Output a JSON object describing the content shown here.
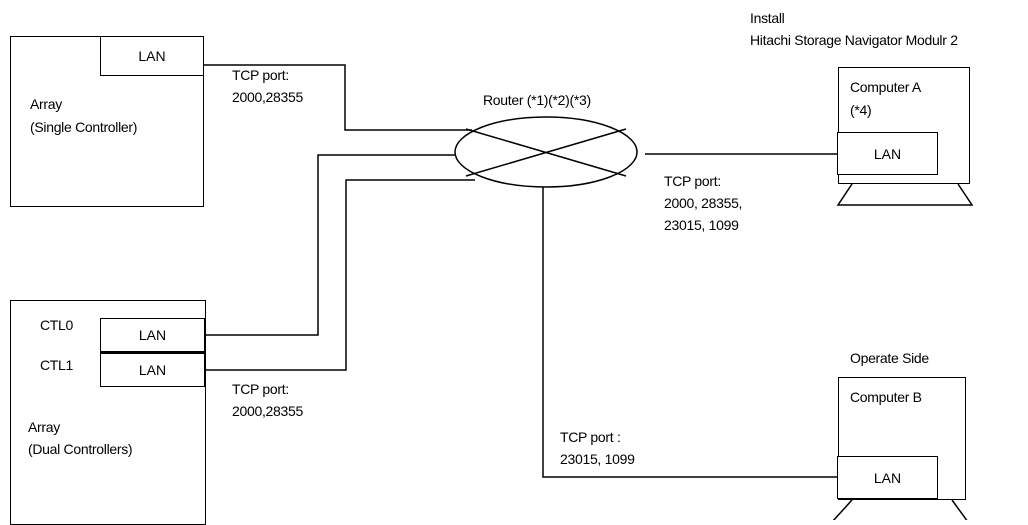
{
  "array_single": {
    "lan": "LAN",
    "name": "Array",
    "subtitle": "(Single Controller)"
  },
  "array_dual": {
    "ctl0": "CTL0",
    "ctl1": "CTL1",
    "lan0": "LAN",
    "lan1": "LAN",
    "name": "Array",
    "subtitle": "(Dual Controllers)"
  },
  "router": {
    "label": "Router (*1)(*2)(*3)"
  },
  "computer_a": {
    "install_line1": "Install",
    "install_line2": "Hitachi Storage Navigator Modulr 2",
    "name": "Computer A",
    "note": "(*4)",
    "lan": "LAN"
  },
  "computer_b": {
    "side": "Operate Side",
    "name": "Computer B",
    "lan": "LAN"
  },
  "ports": {
    "single_line1": "TCP port:",
    "single_line2": "2000,28355",
    "dual_line1": "TCP port:",
    "dual_line2": "2000,28355",
    "computer_a_line1": "TCP port:",
    "computer_a_line2": "2000, 28355,",
    "computer_a_line3": "23015, 1099",
    "computer_b_line1": "TCP port :",
    "computer_b_line2": "23015, 1099"
  }
}
